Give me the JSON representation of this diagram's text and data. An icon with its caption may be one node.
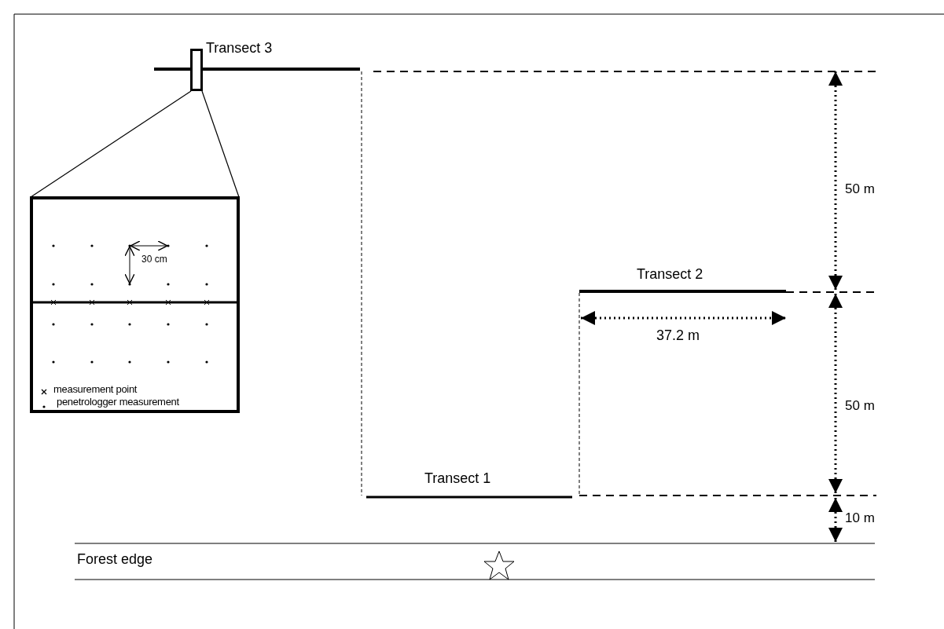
{
  "diagram": {
    "nodes": [
      {
        "text": [],
        "shape": "box"
      },
      {
        "text": [],
        "shape": "box"
      }
    ],
    "edges": [
      {
        "from": 0,
        "to": 1,
        "arrow": "none"
      },
      {
        "from": 0,
        "to": 1,
        "arrow": "none"
      }
    ],
    "labels": [
      "Transect 3",
      "50 m",
      "Transect 2",
      "37.2 m",
      "50 m",
      "Transect 1",
      "10 m",
      "Forest edge",
      "30 cm"
    ],
    "legend": [
      {
        "text": "measurement point"
      },
      {
        "text": "penetrologger measurement"
      }
    ]
  }
}
